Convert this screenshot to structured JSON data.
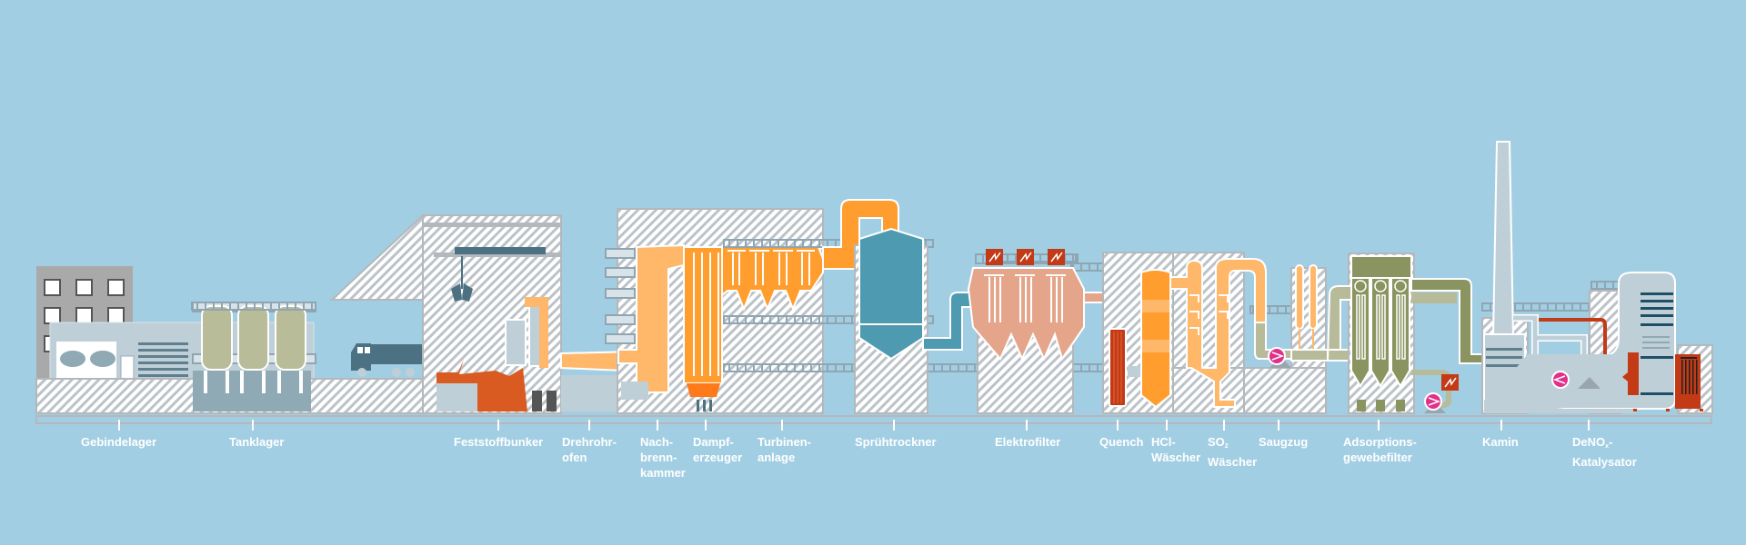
{
  "title": "Process diagram: hazardous waste incineration plant",
  "colors": {
    "background": "#a2cee3",
    "hatch_light": "#ffffff",
    "hatch_line": "#b8bfc4",
    "frame_grey": "#b3b8bc",
    "steel_blue": "#4b7182",
    "teal": "#4e9ab0",
    "orange_light": "#ffb76a",
    "orange": "#ff9d2e",
    "orange_dark": "#ff7a1a",
    "salmon": "#e5a58a",
    "rust": "#c33a16",
    "waste_orange": "#d95b22",
    "olive": "#8a9460",
    "olive_light": "#b7bb9a",
    "pump_magenta": "#e0308a",
    "pale_grey": "#bfcfd8",
    "tank_khaki": "#b9bc98"
  },
  "stations": [
    {
      "id": "gebindelager",
      "label": "Gebindelager"
    },
    {
      "id": "tanklager",
      "label": "Tanklager"
    },
    {
      "id": "feststoffbunker",
      "label": "Feststoffbunker"
    },
    {
      "id": "drehrohrofen",
      "label": "Drehrohr-\nofen"
    },
    {
      "id": "nachbrennkammer",
      "label": "Nach-\nbrenn-\nkammer"
    },
    {
      "id": "dampferzeuger",
      "label": "Dampf-\nerzeuger"
    },
    {
      "id": "turbinenanlage",
      "label": "Turbinen-\nanlage"
    },
    {
      "id": "spruehtrockner",
      "label": "Sprühtrockner"
    },
    {
      "id": "elektrofilter",
      "label": "Elektrofilter"
    },
    {
      "id": "quench",
      "label": "Quench"
    },
    {
      "id": "hcl-waescher",
      "label": "HCl-\nWäscher"
    },
    {
      "id": "so2-waescher",
      "label_main": "SO",
      "label_sub": "2",
      "label_line2": "Wäscher"
    },
    {
      "id": "saugzug",
      "label": "Saugzug"
    },
    {
      "id": "adsorptionsgewebefilter",
      "label": "Adsorptions-\ngewebefilter"
    },
    {
      "id": "kamin",
      "label": "Kamin"
    },
    {
      "id": "denox-katalysator",
      "label_main": "DeNO",
      "label_sub": "x",
      "label_suffix": "-",
      "label_line2": "Katalysator"
    }
  ]
}
